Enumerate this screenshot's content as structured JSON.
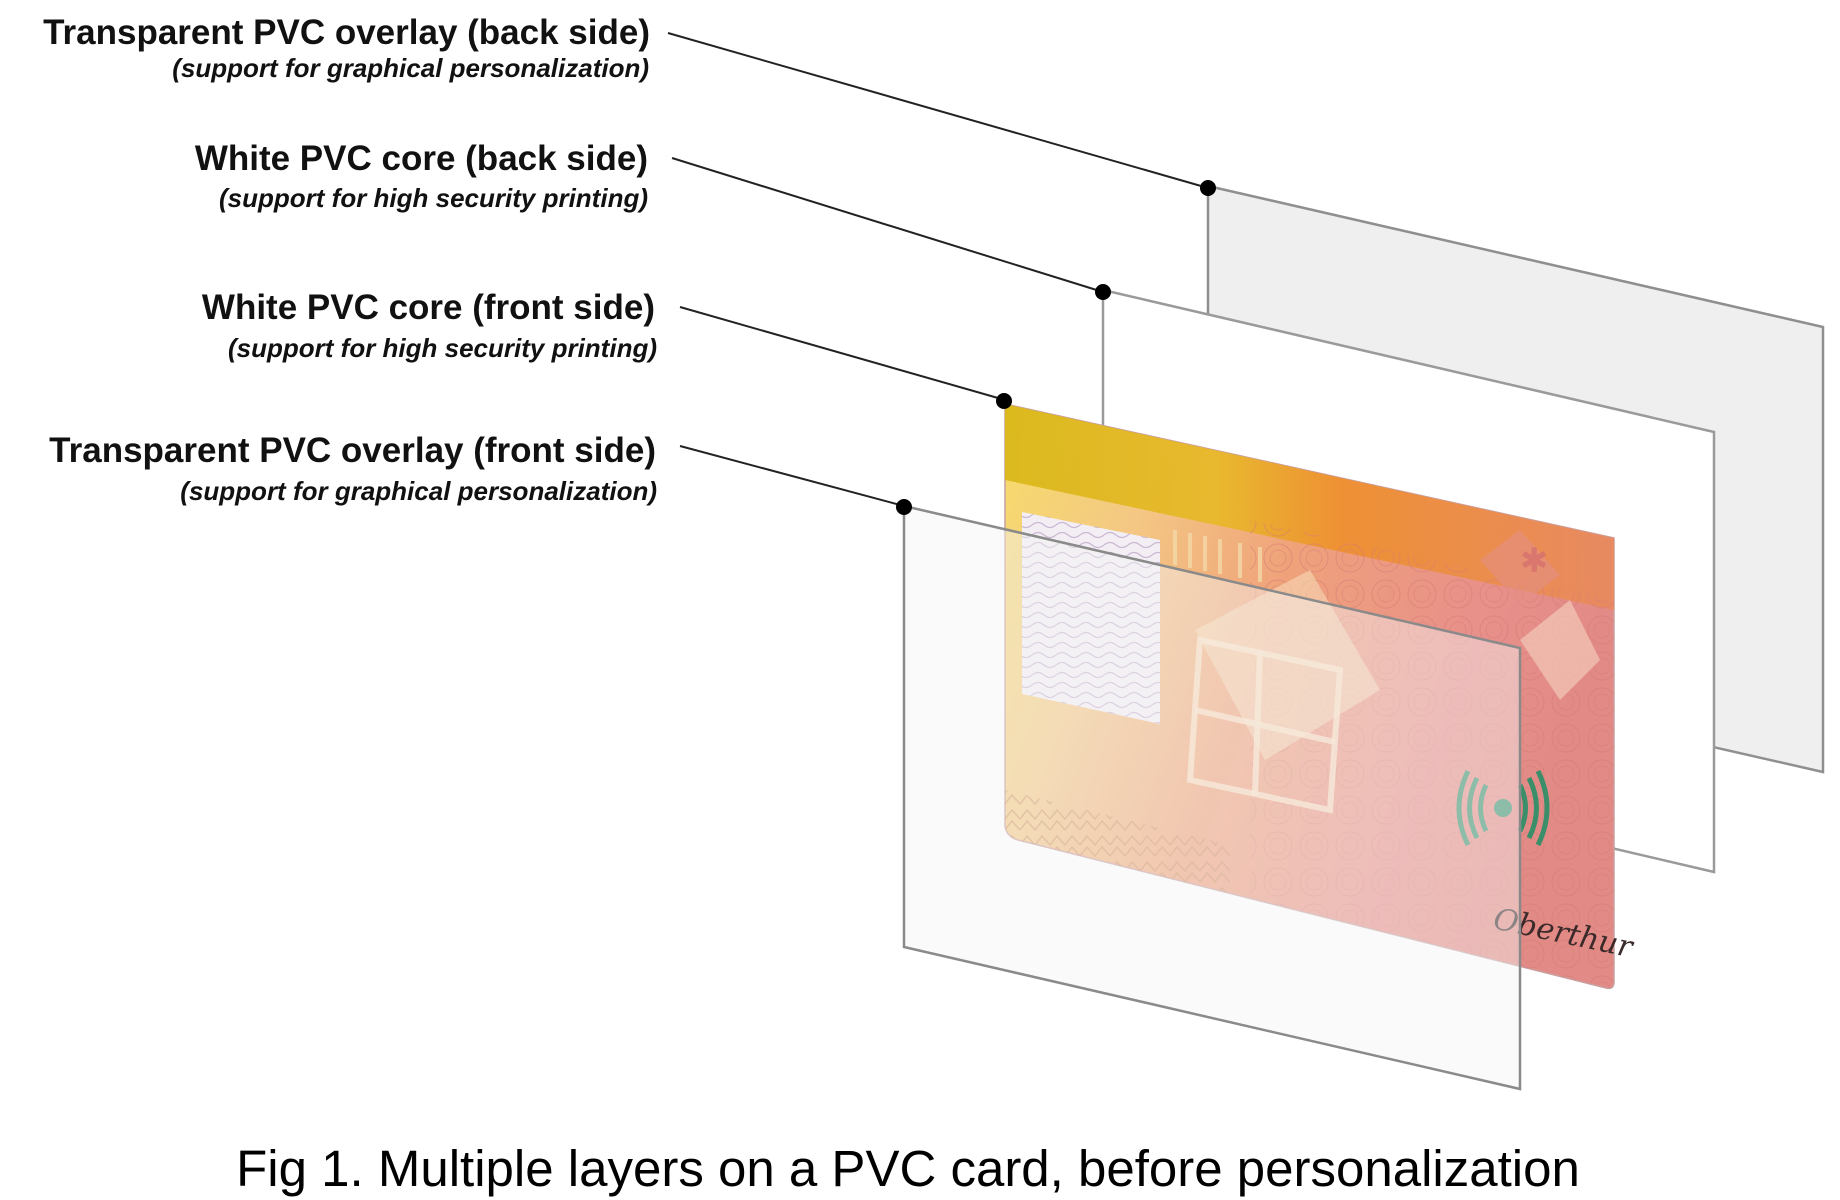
{
  "layers": [
    {
      "title": "Transparent PVC overlay (back side)",
      "subtitle": "(support for graphical personalization)"
    },
    {
      "title": "White PVC core (back side)",
      "subtitle": "(support for high security printing)"
    },
    {
      "title": "White PVC core (front side)",
      "subtitle": "(support for high security printing)"
    },
    {
      "title": "Transparent PVC overlay (front side)",
      "subtitle": "(support for graphical personalization)"
    }
  ],
  "card_signature": "Oberthur",
  "caption": "Fig 1.  Multiple layers on a PVC card, before personalization",
  "colors": {
    "overlay_fill": "#efefef",
    "core_fill": "#ffffff",
    "card_yellow": "#e8c020",
    "card_orange": "#ee8a30",
    "card_pink": "#e8928a",
    "outline": "#8a8a8a"
  }
}
